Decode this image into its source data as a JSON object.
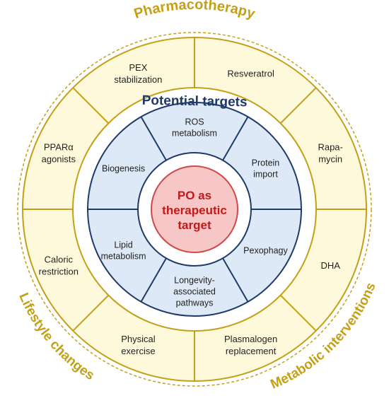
{
  "colors": {
    "gold": "#C4A017",
    "outer_fill": "#FFF9DB",
    "inner_fill": "#DDE9F6",
    "navy": "#1F3A68",
    "center_fill": "#F7C6C6",
    "center_stroke": "#D04848",
    "center_text": "#C01A1A"
  },
  "categories": {
    "pharmacotherapy": "Pharmacotherapy",
    "metabolic": "Metabolic interventions",
    "lifestyle": "Lifestyle changes"
  },
  "outer_ring": [
    {
      "id": "resveratrol",
      "lines": [
        "Resveratrol"
      ]
    },
    {
      "id": "rapamycin",
      "lines": [
        "Rapa-",
        "mycin"
      ]
    },
    {
      "id": "dha",
      "lines": [
        "DHA"
      ]
    },
    {
      "id": "plasmalogen",
      "lines": [
        "Plasmalogen",
        "replacement"
      ]
    },
    {
      "id": "physical-exercise",
      "lines": [
        "Physical",
        "exercise"
      ]
    },
    {
      "id": "caloric-restriction",
      "lines": [
        "Caloric",
        "restriction"
      ]
    },
    {
      "id": "ppara-agonists",
      "lines": [
        "PPARα",
        "agonists"
      ]
    },
    {
      "id": "pex-stabilization",
      "lines": [
        "PEX",
        "stabilization"
      ]
    }
  ],
  "potential_targets": "Potential targets",
  "inner_ring": [
    {
      "id": "ros-metabolism",
      "lines": [
        "ROS",
        "metabolism"
      ]
    },
    {
      "id": "protein-import",
      "lines": [
        "Protein",
        "import"
      ]
    },
    {
      "id": "pexophagy",
      "lines": [
        "Pexophagy"
      ]
    },
    {
      "id": "longevity",
      "lines": [
        "Longevity-",
        "associated",
        "pathways"
      ]
    },
    {
      "id": "lipid-metabolism",
      "lines": [
        "Lipid",
        "metabolism"
      ]
    },
    {
      "id": "biogenesis",
      "lines": [
        "Biogenesis"
      ]
    }
  ],
  "center": {
    "lines": [
      "PO as",
      "therapeutic",
      "target"
    ]
  }
}
